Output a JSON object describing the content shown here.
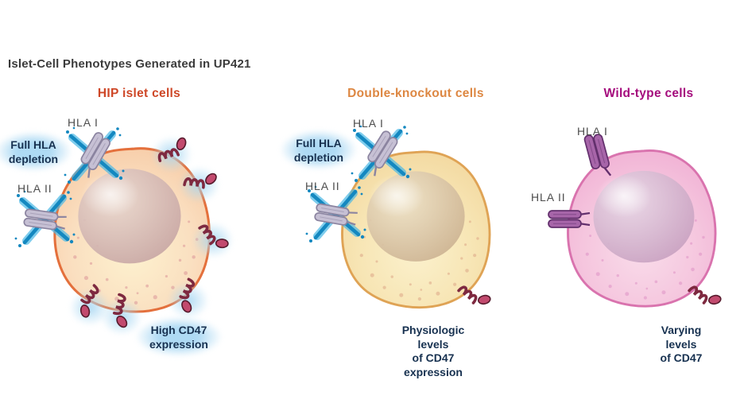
{
  "title": "Islet-Cell Phenotypes Generated in UP421",
  "labels": {
    "hla1": "HLA I",
    "hla2": "HLA II",
    "depletion": "Full HLA\ndepletion"
  },
  "colors": {
    "title_text": "#3b3b3b",
    "hla_label_text": "#4d4d4d",
    "note_text": "#173150",
    "glow_blue": "#aad8f3",
    "x_light": "#49b8e6",
    "x_dark": "#1488c0",
    "cd47_coil": "#7e2940",
    "cd47_head": "#c24a6e",
    "cd47_outline": "#561a2c",
    "hla_depleted_fill": "#c6c0d4",
    "hla_depleted_stroke": "#8b84a0",
    "hla_wildtype_fill": "#a765a9",
    "hla_wildtype_stroke": "#63306d"
  },
  "panels": [
    {
      "heading": "HIP islet cells",
      "heading_color": "#ce4727",
      "caption": "High CD47\nexpression",
      "colors": {
        "membrane": "#e4703c",
        "body_outer": "#f7c9a4",
        "body_mid": "#fadfc0",
        "body_inner": "#fdf2cf",
        "nucleus": "#c4a1a0",
        "nucleus_hi": "#ead9d0",
        "speckle": "#d98f95"
      }
    },
    {
      "heading": "Double-knockout cells",
      "heading_color": "#dd8742",
      "caption": "Physiologic levels\nof CD47 expression",
      "colors": {
        "membrane": "#dfa355",
        "body_outer": "#f2d69c",
        "body_mid": "#f7e5b4",
        "body_inner": "#fbf1cd",
        "nucleus": "#c9ae8d",
        "nucleus_hi": "#efe4ca",
        "speckle": "#dba183"
      }
    },
    {
      "heading": "Wild-type cells",
      "heading_color": "#a50d7d",
      "caption": "Varying levels\nof CD47",
      "colors": {
        "membrane": "#d973ae",
        "body_outer": "#f0aed3",
        "body_mid": "#f5c6de",
        "body_inner": "#f9dcea",
        "nucleus": "#c59cbd",
        "nucleus_hi": "#e9d9e7",
        "speckle": "#dd8ec4"
      }
    }
  ]
}
